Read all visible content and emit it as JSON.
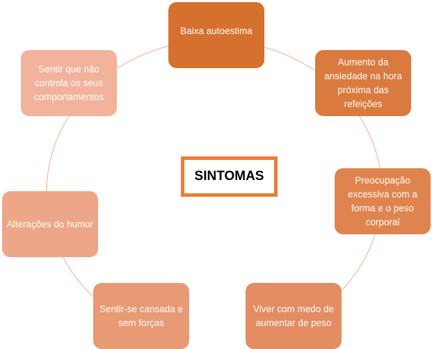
{
  "center": {
    "label": "SINTOMAS",
    "border_color": "#ed7d31"
  },
  "nodes": [
    {
      "label": "Baixa autoestima",
      "color": "#d6702e"
    },
    {
      "label": "Aumento da ansiedade na hora próxima das refeições",
      "color": "#da7a3e"
    },
    {
      "label": "Preocupação excessiva com a forma e o peso corporal",
      "color": "#e0844f"
    },
    {
      "label": "Viver com medo de aumentar de peso",
      "color": "#e48c62"
    },
    {
      "label": "Sentir-se cansada e sem forças",
      "color": "#e89a74"
    },
    {
      "label": "Alterações do humor",
      "color": "#eea688"
    },
    {
      "label": "Sentir que não controla os seus comportamentos",
      "color": "#f2b29b"
    }
  ],
  "ring_color": "#f4c4ad"
}
